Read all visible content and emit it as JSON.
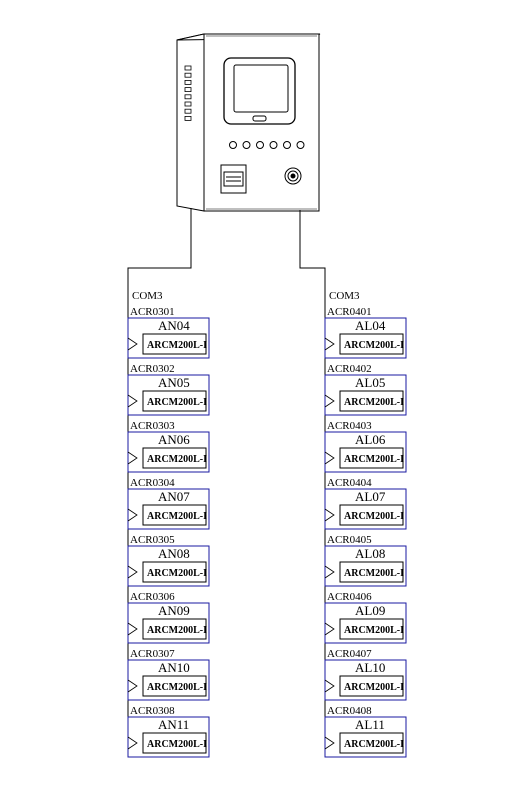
{
  "cabinet": {
    "side_indicators": "8",
    "front_buttons": "6"
  },
  "left_column": {
    "com_label": "COM3",
    "meters": [
      {
        "address": "ACR0301",
        "name": "AN04",
        "device": "ARCM200L-I"
      },
      {
        "address": "ACR0302",
        "name": "AN05",
        "device": "ARCM200L-I"
      },
      {
        "address": "ACR0303",
        "name": "AN06",
        "device": "ARCM200L-I"
      },
      {
        "address": "ACR0304",
        "name": "AN07",
        "device": "ARCM200L-I"
      },
      {
        "address": "ACR0305",
        "name": "AN08",
        "device": "ARCM200L-I"
      },
      {
        "address": "ACR0306",
        "name": "AN09",
        "device": "ARCM200L-I"
      },
      {
        "address": "ACR0307",
        "name": "AN10",
        "device": "ARCM200L-I"
      },
      {
        "address": "ACR0308",
        "name": "AN11",
        "device": "ARCM200L-I"
      }
    ]
  },
  "right_column": {
    "com_label": "COM3",
    "meters": [
      {
        "address": "ACR0401",
        "name": "AL04",
        "device": "ARCM200L-I"
      },
      {
        "address": "ACR0402",
        "name": "AL05",
        "device": "ARCM200L-I"
      },
      {
        "address": "ACR0403",
        "name": "AL06",
        "device": "ARCM200L-I"
      },
      {
        "address": "ACR0404",
        "name": "AL07",
        "device": "ARCM200L-I"
      },
      {
        "address": "ACR0405",
        "name": "AL08",
        "device": "ARCM200L-I"
      },
      {
        "address": "ACR0406",
        "name": "AL09",
        "device": "ARCM200L-I"
      },
      {
        "address": "ACR0407",
        "name": "AL10",
        "device": "ARCM200L-I"
      },
      {
        "address": "ACR0408",
        "name": "AL11",
        "device": "ARCM200L-I"
      }
    ]
  },
  "colors": {
    "line": "#000000",
    "box_border": "#1a1aa0",
    "background": "#ffffff"
  }
}
